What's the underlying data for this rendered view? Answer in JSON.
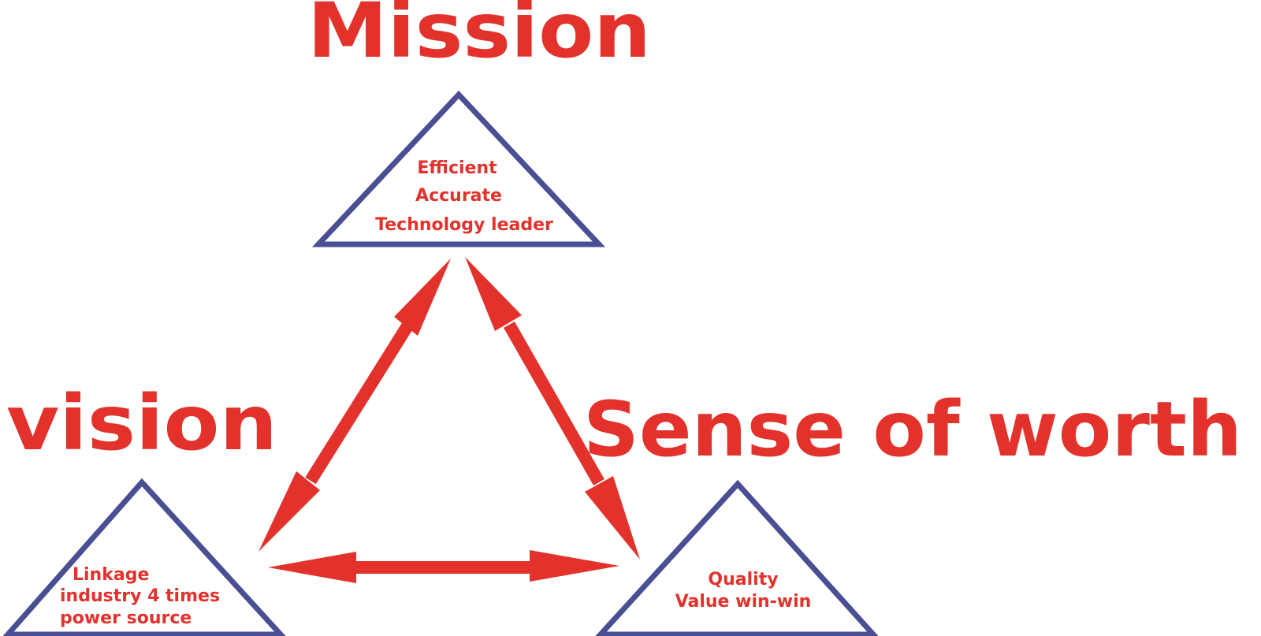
{
  "colors": {
    "text_accent": "#e3322c",
    "triangle_stroke": "#4a4f94",
    "background": "#ffffff"
  },
  "nodes": {
    "mission": {
      "title": "Mission",
      "lines": [
        "Efficient",
        "Accurate",
        "Technology leader"
      ]
    },
    "vision": {
      "title": "vision",
      "lines": [
        "Linkage",
        "industry 4 times",
        "power source"
      ]
    },
    "worth": {
      "title": "Sense of worth",
      "lines": [
        "Quality",
        "Value win-win"
      ]
    }
  },
  "connections": [
    {
      "from": "mission",
      "to": "vision",
      "type": "bidirectional-arrow"
    },
    {
      "from": "mission",
      "to": "worth",
      "type": "bidirectional-arrow"
    },
    {
      "from": "vision",
      "to": "worth",
      "type": "bidirectional-arrow"
    }
  ]
}
